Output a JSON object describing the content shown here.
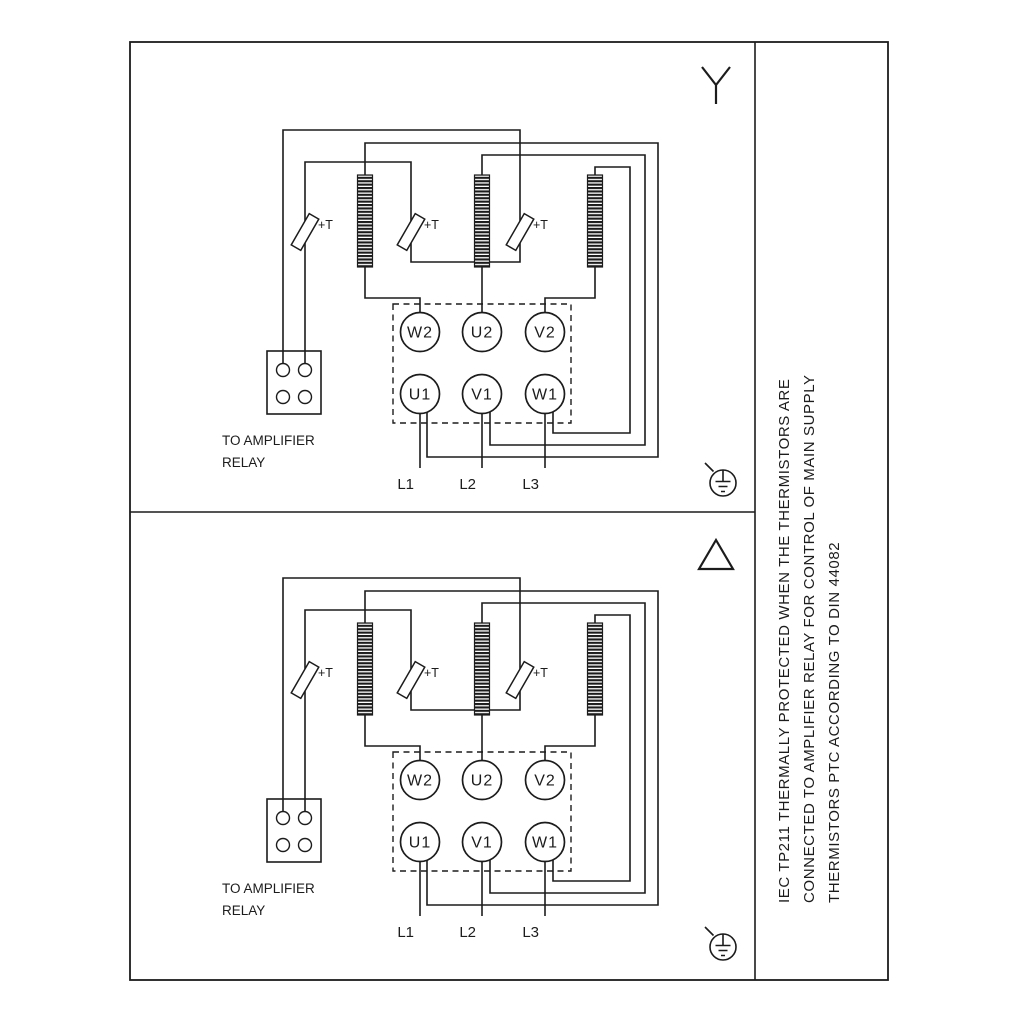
{
  "terminals": {
    "top_row": [
      "W2",
      "U2",
      "V2"
    ],
    "bottom_row": [
      "U1",
      "V1",
      "W1"
    ]
  },
  "thermistor_label": "+T",
  "relay_caption": [
    "TO AMPLIFIER",
    "RELAY"
  ],
  "supply_lines": [
    "L1",
    "L2",
    "L3"
  ],
  "side_note_lines": [
    "IEC TP211 THERMALLY PROTECTED WHEN THE THERMISTORS ARE",
    "CONNECTED TO AMPLIFIER RELAY FOR CONTROL OF MAIN SUPPLY",
    "THERMISTORS PTC ACCORDING TO DIN 44082"
  ],
  "symbols": {
    "star": "Y",
    "delta": "△",
    "earth": "⏚"
  },
  "colors": {
    "ink": "#1c1c1c",
    "paper": "#ffffff"
  }
}
